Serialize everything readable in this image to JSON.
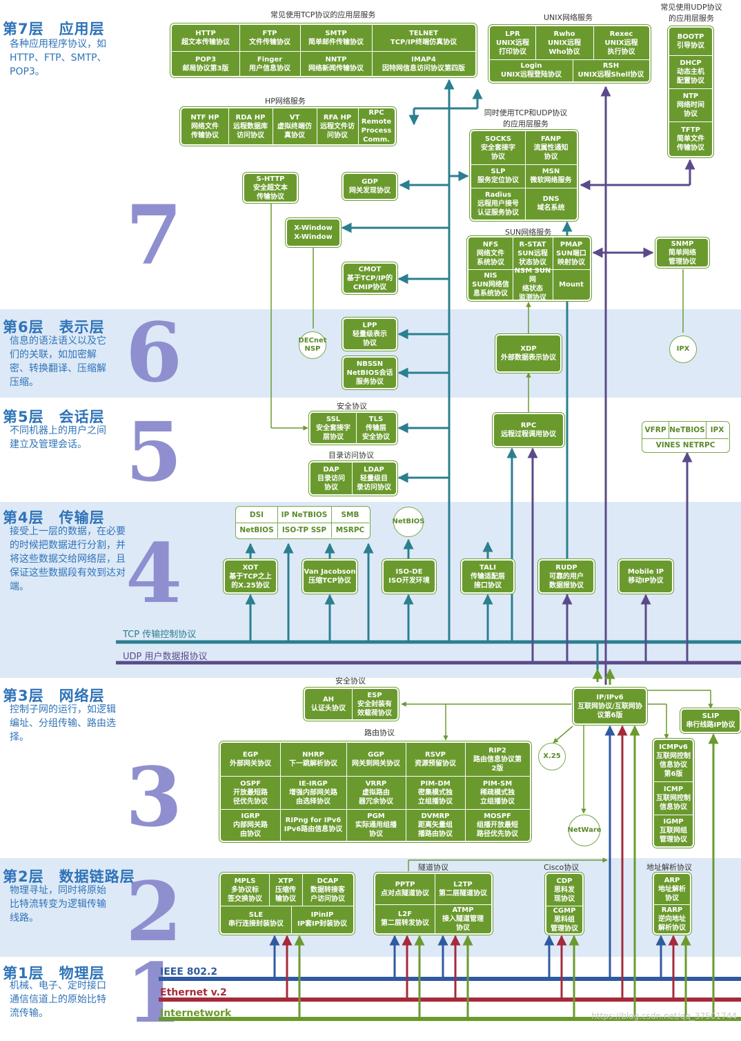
{
  "colors": {
    "tcp": "#2b7f8f",
    "udp": "#5a4a8a",
    "green": "#6a9a2e",
    "ieee": "#2f5aa0",
    "ethernet": "#a52a3a",
    "internetwork": "#6a9a2e",
    "band": "#dde9f7"
  },
  "layers": [
    {
      "num": "7",
      "title": "第7层　应用层",
      "desc": "各种应用程序协议，如HTTP、FTP、SMTP、POP3。"
    },
    {
      "num": "6",
      "title": "第6层　表示层",
      "desc": "信息的语法语义以及它们的关联，如加密解密、转换翻译、压缩解压缩。"
    },
    {
      "num": "5",
      "title": "第5层　会话层",
      "desc": "不同机器上的用户之间建立及管理会话。"
    },
    {
      "num": "4",
      "title": "第4层　传输层",
      "desc": "接受上一层的数据，在必要的时候把数据进行分割，并将这些数据交给网络层，且保证这些数据段有效到达对端。"
    },
    {
      "num": "3",
      "title": "第3层　网络层",
      "desc": "控制子网的运行，如逻辑编址、分组传输、路由选择。"
    },
    {
      "num": "2",
      "title": "第2层　数据链路层",
      "desc": "物理寻址，同时将原始比特流转变为逻辑传输线路。"
    },
    {
      "num": "1",
      "title": "第1层　物理层",
      "desc": "机械、电子、定时接口通信信道上的原始比特流传输。"
    }
  ],
  "captions": {
    "tcp_apps": "常见使用TCP协议的应用层服务",
    "unix": "UNIX网络服务",
    "udp_apps": "常见使用UDP协议的应用层服务",
    "hp": "HP网络服务",
    "tcp_udp": "同时使用TCP和UDP协议的应用层服务",
    "sun": "SUN网络服务",
    "security5": "安全协议",
    "directory": "目录访问协议",
    "security3": "安全协议",
    "routing": "路由协议",
    "tunnel": "隧道协议",
    "cisco": "Cisco协议",
    "address": "地址解析协议"
  },
  "buses": {
    "tcp": "TCP 传输控制协议",
    "udp": "UDP 用户数据报协议"
  },
  "physical": [
    "IEEE 802.2",
    "Ethernet v.2",
    "Internetwork"
  ],
  "boxes": {
    "tcp_apps": [
      "HTTP\n超文本传输协议",
      "FTP\n文件传输协议",
      "SMTP\n简单邮件传输协议",
      "TELNET\nTCP/IP终端仿真协议",
      "POP3\n邮局协议第3版",
      "Finger\n用户信息协议",
      "NNTP\n网络新闻传输协议",
      "IMAP4\n因特网信息访问协议第四版"
    ],
    "unix": [
      "LPR\nUNIX远程\n打印协议",
      "Rwho\nUNIX远程\nWho协议",
      "Rexec\nUNIX远程\n执行协议",
      "Login\nUNIX远程登陆协议",
      "RSH\nUNIX远程Shell协议"
    ],
    "udp_apps": [
      "BOOTP\n引导协议",
      "DHCP\n动态主机\n配置协议",
      "NTP\n网络时间\n协议",
      "TFTP\n简单文件\n传输协议"
    ],
    "hp": [
      "NTF HP\n网络文件\n传输协议",
      "RDA HP\n远程数据库\n访问协议",
      "VT\n虚拟终端仿\n真协议",
      "RFA HP\n远程文件访\n问协议",
      "RPC\nRemote\nProcess\nComm."
    ],
    "tcp_udp": [
      "SOCKS\n安全套接字\n协议",
      "FANP\n流属性通知\n协议",
      "SLP\n服务定位协议",
      "MSN\n微软网络服务",
      "Radius\n远程用户接号\n认证服务协议",
      "DNS\n域名系统"
    ],
    "shttp": "S-HTTP\n安全超文本\n传输协议",
    "gdp": "GDP\n网关发现协议",
    "xwindow": "X-Window\nX-Window",
    "cmot": "CMOT\n基于TCP/IP的\nCMIP协议",
    "sun": [
      "NFS\n网络文件\n系统协议",
      "R-STAT\nSUN远程\n状态协议",
      "PMAP\nSUN端口\n映射协议",
      "NIS\nSUN网络信\n息系统协议",
      "NSM SUN网\n络状态\n监测协议",
      "Mount"
    ],
    "snmp": "SNMP\n简单网络\n管理协议",
    "lpp": "LPP\n轻量级表示\n协议",
    "nbssn": "NBSSN\nNetBIOS会话\n服务协议",
    "xdp": "XDP\n外部数据表示协议",
    "ssl_tls": [
      "SSL\n安全套接字\n层协议",
      "TLS\n传输层\n安全协议"
    ],
    "rpc": "RPC\n远程过程调用协议",
    "vfrp": [
      "VFRP",
      "NeTBIOS",
      "IPX",
      "VINES NETRPC"
    ],
    "dap_ldap": [
      "DAP\n目录访问\n协议",
      "LDAP\n轻量级目\n录访问协议"
    ],
    "dsi": [
      "DSI",
      "IP NeTBIOS",
      "SMB",
      "NetBIOS",
      "ISO-TP SSP",
      "MSRPC"
    ],
    "xot": "XOT\n基于TCP之上\n的X.25协议",
    "vj": "Van Jacobson\n压缩TCP协议",
    "isode": "ISO-DE\nISO开发环境",
    "tali": "TALI\n传输适配层\n接口协议",
    "rudp": "RUDP\n可靠的用户\n数据报协议",
    "mobileip": "Mobile IP\n移动IP协议",
    "ah_esp": [
      "AH\n认证头协议",
      "ESP\n安全封装有\n效载荷协议"
    ],
    "ip": "IP/IPv6\n互联网协议/互联网协\n议第6版",
    "slip": "SLIP\n串行线路IP协议",
    "routing": [
      "EGP\n外部网关协议",
      "NHRP\n下一跳解析协议",
      "GGP\n网关到网关协议",
      "RSVP\n资源预留协议",
      "RIP2\n路由信息协议第\n2版",
      "OSPF\n开放最短路\n径优先协议",
      "IE-IRGP\n增强内部网关路\n由选择协议",
      "VRRP\n虚拟路由\n器冗余协议",
      "PIM-DM\n密集模式独\n立组播协议",
      "PIM-SM\n稀疏模式独\n立组播协议",
      "IGRP\n内部网关路\n由协议",
      "RIPng for IPv6\nIPv6路由信息协议",
      "PGM\n实际通用组播\n协议",
      "DVMRP\n距离矢量组\n播路由协议",
      "MOSPF\n组播开放最短\n路径优先协议"
    ],
    "icmp": [
      "ICMPv6\n互联网控制\n信息协议\n第6版",
      "ICMP\n互联网控制\n信息协议",
      "IGMP\n互联网组\n管理协议"
    ],
    "mpls": [
      "MPLS\n多协议标\n签交换协议",
      "XTP\n压缩传\n输协议",
      "DCAP\n数据转接客\n户访问协议",
      "SLE\n串行连接封装协议",
      "IPinIP\nIP套IP封装协议"
    ],
    "tunnel": [
      "PPTP\n点对点隧道协议",
      "L2TP\n第二层隧道协议",
      "L2F\n第二层转发协议",
      "ATMP\n接入隧道管理\n协议"
    ],
    "cisco": [
      "CDP\n思科发\n现协议",
      "CGMP\n思科组\n管理协议"
    ],
    "arp": [
      "ARP\n地址解析\n协议",
      "RARP\n逆向地址\n解析协议"
    ]
  },
  "circles": {
    "decnet": "DECnet\nNSP",
    "ipx": "IPX",
    "netbios": "NetBIOS",
    "x25": "X.25",
    "netware": "NetWare"
  },
  "watermark": "https://blog.csdn.net/qq_37501744"
}
